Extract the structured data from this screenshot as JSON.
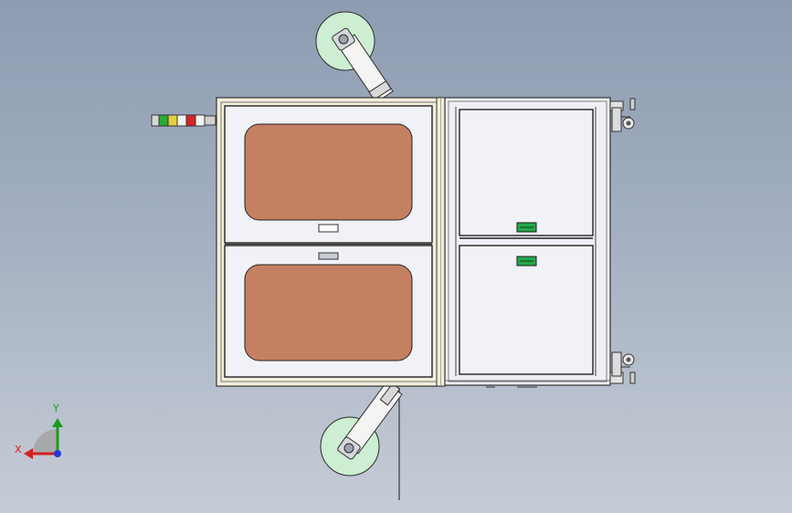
{
  "view": {
    "title": "",
    "background_top": "#8e9cb2",
    "background_bottom": "#c6ccd6"
  },
  "colors": {
    "frame": "#f3efda",
    "door_face": "#f1f1f8",
    "window_panel": "#c58062",
    "roller": "#cdeed2",
    "arm": "#f4f4f2",
    "drawer_handle": "#27a64a",
    "axis_x": "#d42020",
    "axis_y": "#1d9a1d",
    "axis_z": "#2438d6"
  },
  "signal_tower": {
    "segments": [
      "#2bab3a",
      "#e5d23a",
      "#f4f4ef",
      "#d62525",
      "#f4f4ef"
    ]
  },
  "parts": {
    "upper_doors": 2,
    "lower_drawers": 2,
    "rollers": 2,
    "casters_visible": 2
  },
  "triad": {
    "x_label": "X",
    "y_label": "Y"
  }
}
